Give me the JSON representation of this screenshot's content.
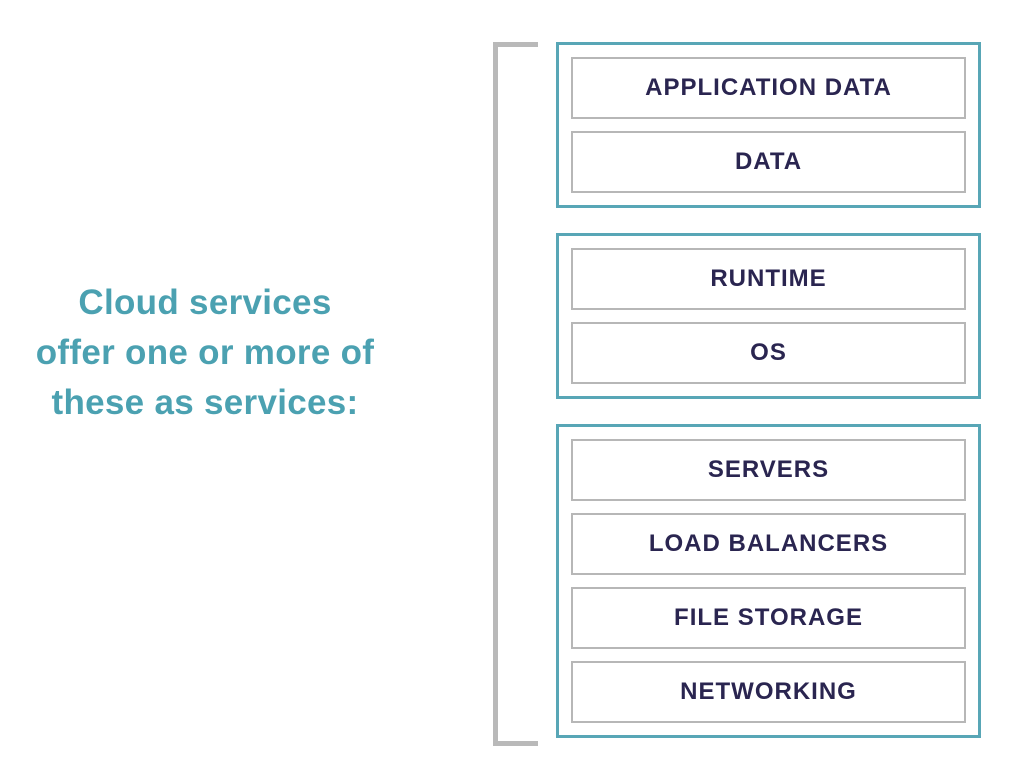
{
  "intro": {
    "lines": [
      "Cloud services",
      "offer one or more of",
      "these as services:"
    ]
  },
  "groups": [
    {
      "items": [
        "APPLICATION DATA",
        "DATA"
      ]
    },
    {
      "items": [
        "RUNTIME",
        "OS"
      ]
    },
    {
      "items": [
        "SERVERS",
        "LOAD BALANCERS",
        "FILE STORAGE",
        "NETWORKING"
      ]
    }
  ],
  "colors": {
    "teal_text": "#4ba1b1",
    "teal_border": "#58a6b6",
    "navy_text": "#2a2550",
    "gray_border": "#b7b7b7",
    "gray_bracket": "#b9b9b9",
    "background": "#ffffff"
  }
}
